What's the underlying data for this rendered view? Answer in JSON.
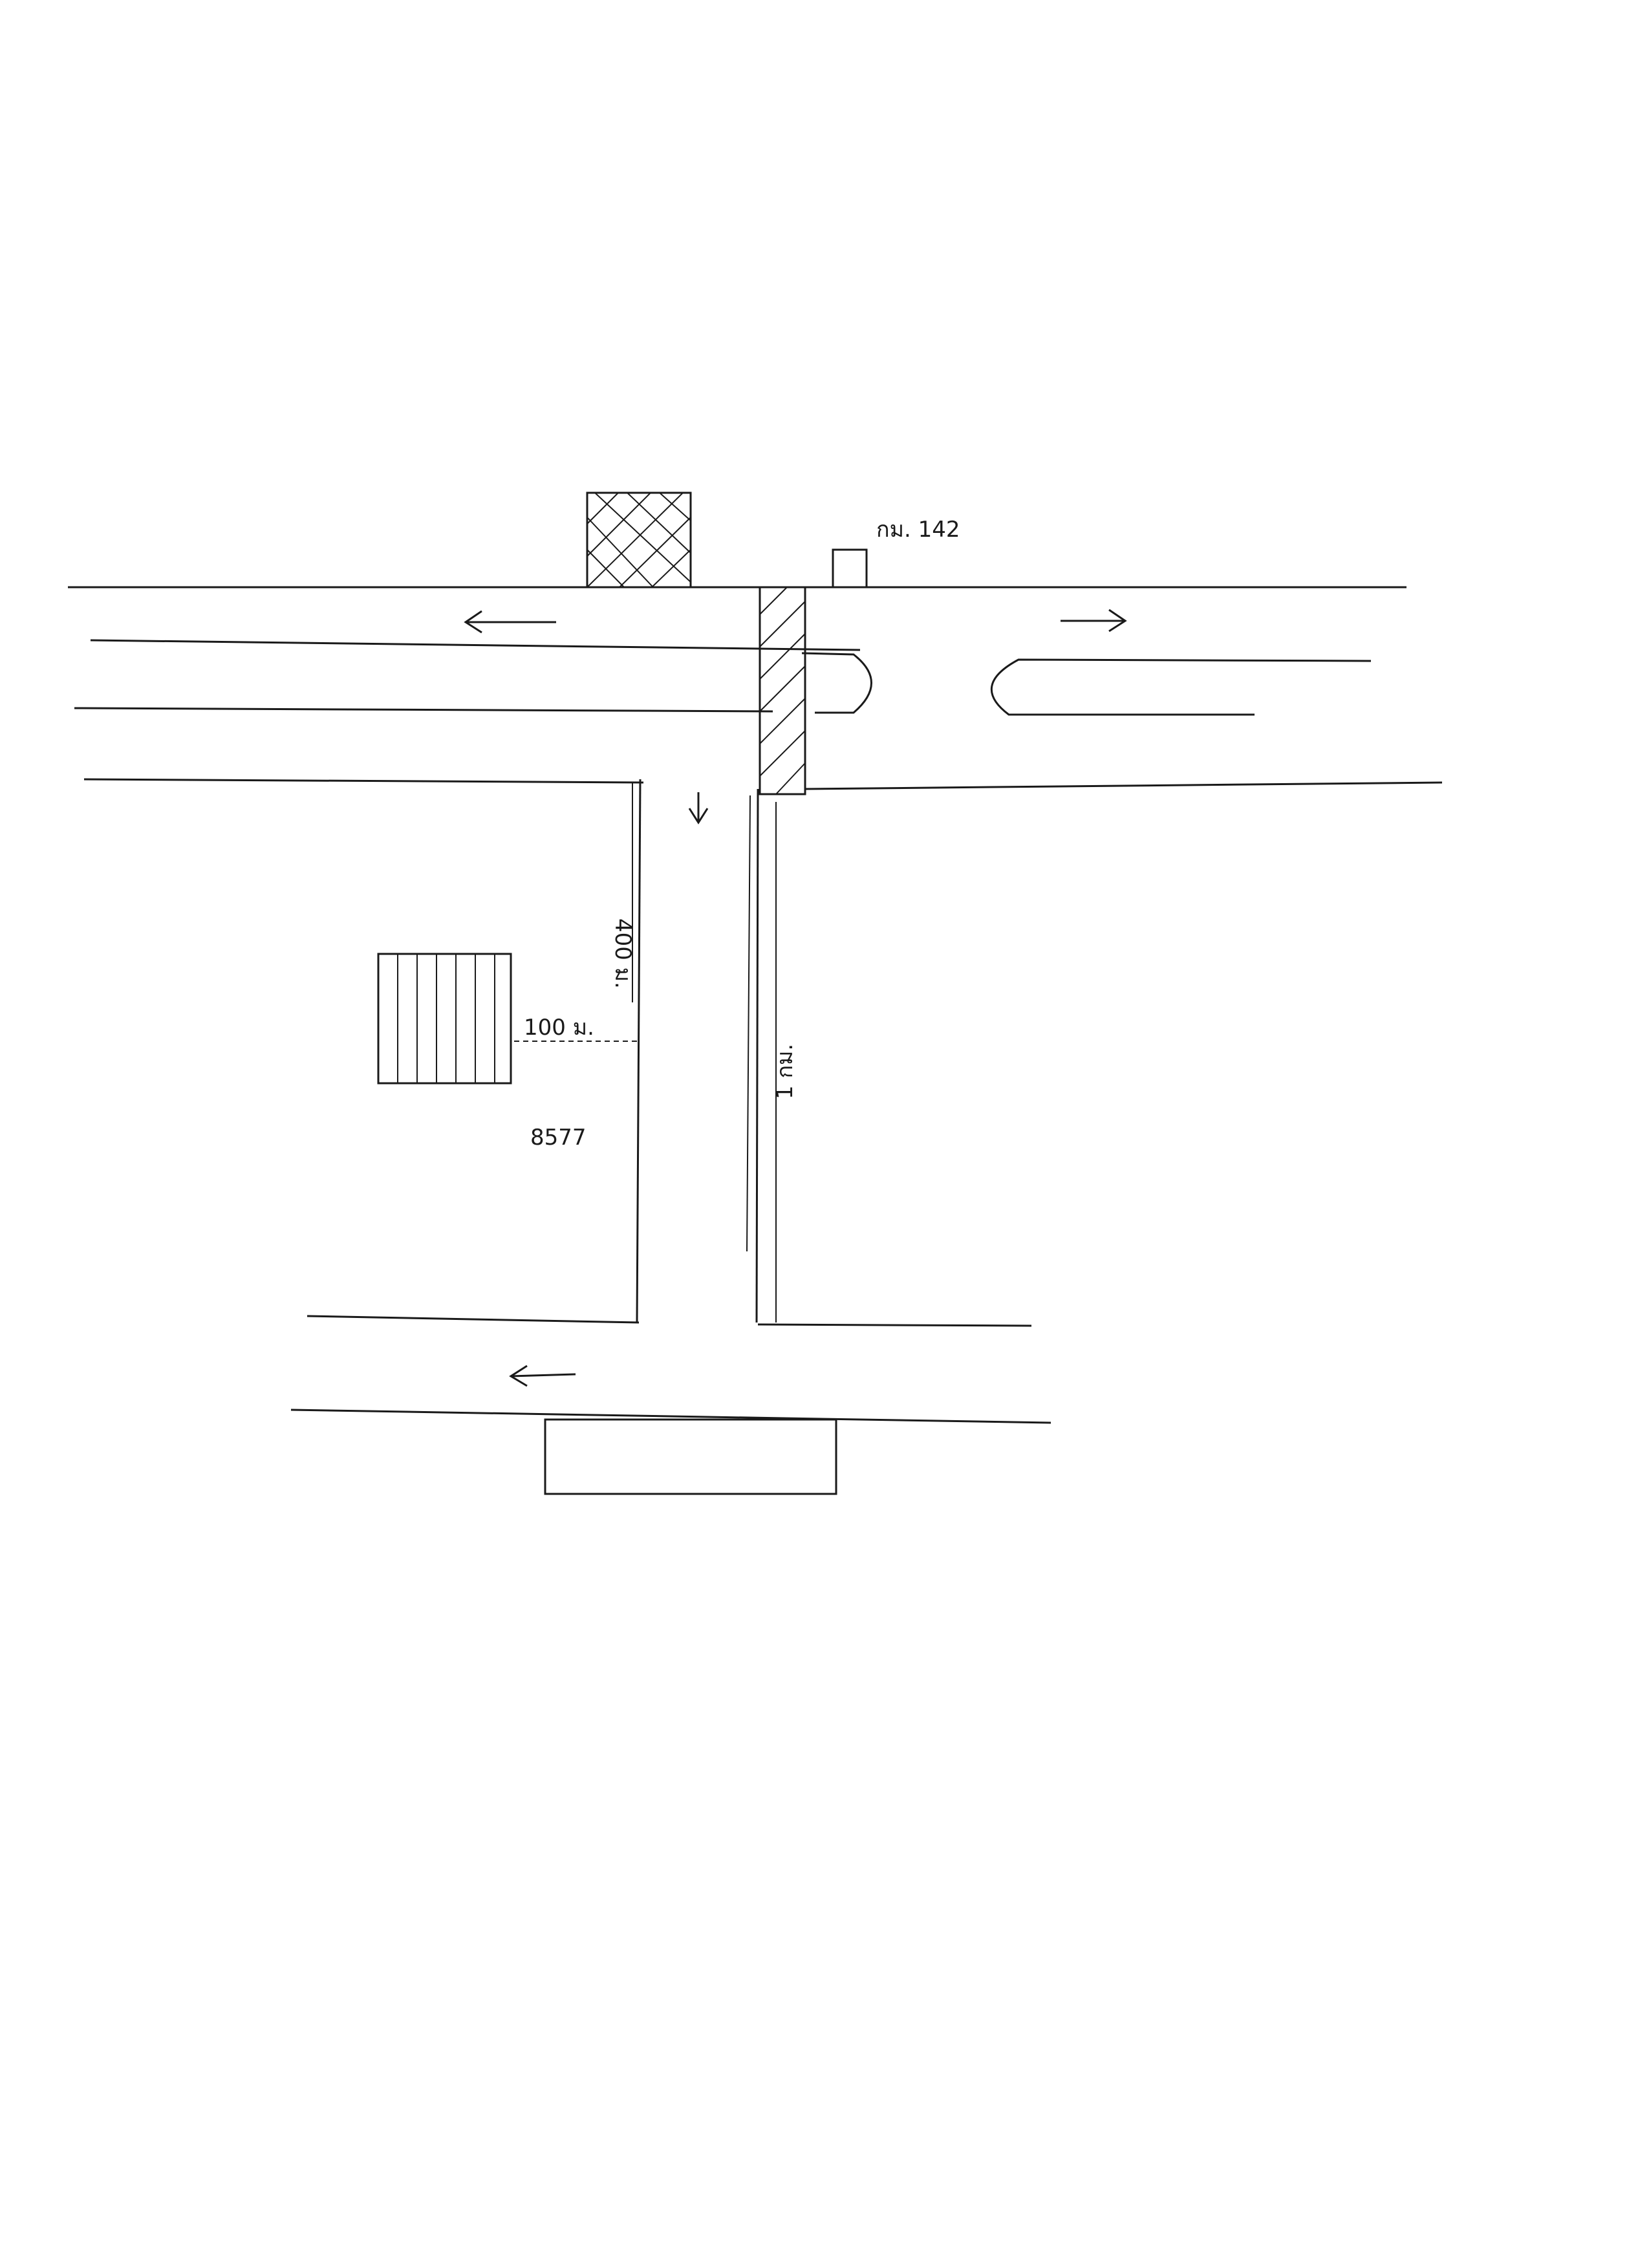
{
  "map": {
    "distance_labels": {
      "d_400": "400 ม.",
      "d_100": "100 ม.",
      "d_1km": "1 กม."
    },
    "marker_km": "กม. 142",
    "plot_number": "8577"
  },
  "colors": {
    "ink": "#1a1a1a",
    "paper": "#ffffff"
  }
}
